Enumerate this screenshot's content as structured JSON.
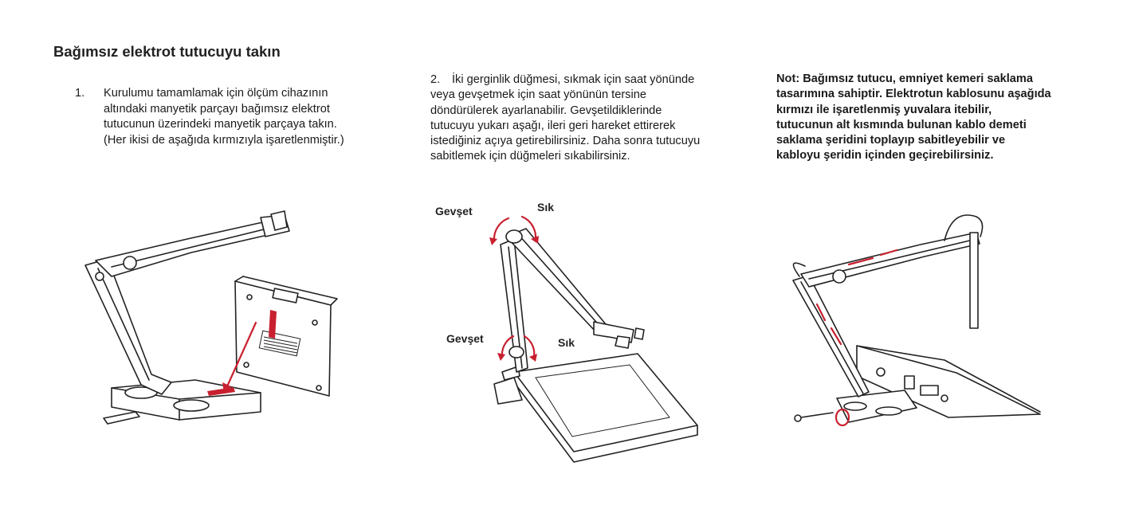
{
  "heading": "Bağımsız elektrot tutucuyu takın",
  "step1": {
    "number": "1.",
    "text": "Kurulumu tamamlamak için ölçüm cihazının altındaki manyetik parçayı bağımsız elektrot tutucunun üzerindeki manyetik parçaya takın. (Her ikisi de aşağıda kırmızıyla işaretlenmiştir.)"
  },
  "step2": {
    "number": "2.",
    "text": "İki gerginlik düğmesi, sıkmak için saat yönünde veya gevşetmek için saat yönünün tersine döndürülerek ayarlanabilir. Gevşetildiklerinde tutucuyu yukarı aşağı, ileri geri hareket ettirerek istediğiniz açıya getirebilirsiniz. Daha sonra tutucuyu sabitlemek için düğmeleri sıkabilirsiniz."
  },
  "note": {
    "text": "Not: Bağımsız tutucu, emniyet kemeri saklama tasarımına sahiptir. Elektrotun kablosunu aşağıda kırmızı ile işaretlenmiş yuvalara itebilir, tutucunun alt kısmında bulunan kablo demeti saklama şeridini toplayıp sabitleyebilir ve kabloyu şeridin içinden geçirebilirsiniz."
  },
  "figure2_labels": {
    "top_loosen": "Gevşet",
    "top_tighten": "Sık",
    "bottom_loosen": "Gevşet",
    "bottom_tighten": "Sık"
  },
  "colors": {
    "accent_red": "#c8202f",
    "text": "#1a1a1a"
  }
}
